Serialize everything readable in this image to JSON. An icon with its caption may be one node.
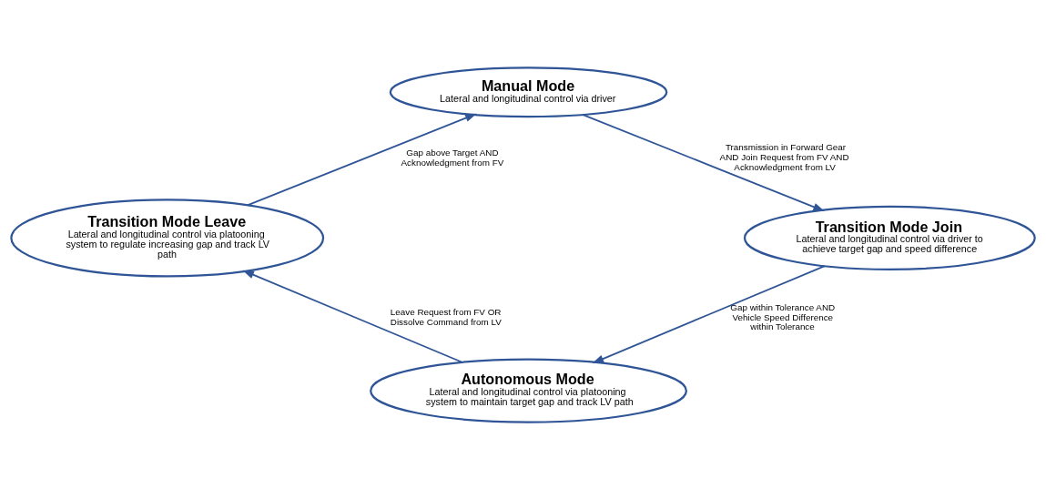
{
  "diagram": {
    "nodes": [
      {
        "text": [
          "Manual Mode",
          "Lateral and longitudinal control via driver"
        ]
      },
      {
        "text": [
          "Transition Mode Leave",
          "Lateral and longitudinal control via platooning system to regulate increasing gap and track LV path"
        ]
      },
      {
        "text": [
          "Transition Mode Join",
          "Lateral and longitudinal control via driver to achieve target gap and speed difference"
        ]
      },
      {
        "text": [
          "Autonomous Mode",
          "Lateral and longitudinal control via platooning system to maintain target gap and track LV path"
        ]
      }
    ],
    "edges": [
      {
        "from": 0,
        "to": 2,
        "arrow": "to",
        "label": "Transmission in Forward Gear AND Join Request from FV AND Acknowledgment from LV"
      },
      {
        "from": 2,
        "to": 3,
        "arrow": "to",
        "label": "Gap within Tolerance AND Vehicle Speed Difference within Tolerance"
      },
      {
        "from": 3,
        "to": 1,
        "arrow": "to",
        "label": "Leave Request from FV OR Dissolve Command from LV"
      },
      {
        "from": 1,
        "to": 0,
        "arrow": "to",
        "label": "Gap above Target AND Acknowledgment from FV"
      }
    ]
  }
}
